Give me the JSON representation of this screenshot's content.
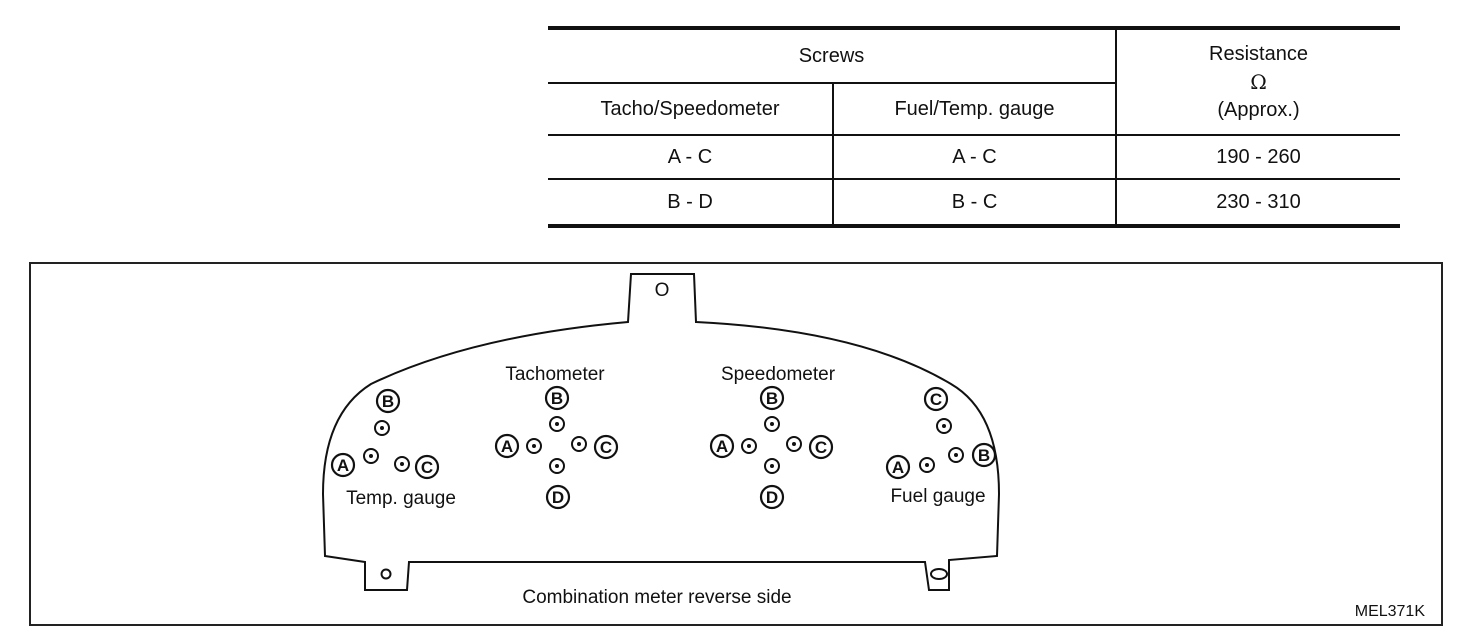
{
  "table": {
    "header_group": "Screws",
    "columns": [
      "Tacho/Speedometer",
      "Fuel/Temp. gauge"
    ],
    "resistance_header": {
      "line1": "Resistance",
      "line2": "Ω",
      "line3": "(Approx.)"
    },
    "rows": [
      {
        "tacho_speedometer": "A - C",
        "fuel_temp_gauge": "A - C",
        "resistance": "190 - 260"
      },
      {
        "tacho_speedometer": "B - D",
        "fuel_temp_gauge": "B - C",
        "resistance": "230 - 310"
      }
    ]
  },
  "figure": {
    "top_tab_label": "O",
    "gauges": {
      "temp": {
        "label": "Temp. gauge",
        "terminals": [
          "A",
          "B",
          "C"
        ]
      },
      "tacho": {
        "label": "Tachometer",
        "terminals": [
          "A",
          "B",
          "C",
          "D"
        ]
      },
      "speedo": {
        "label": "Speedometer",
        "terminals": [
          "A",
          "B",
          "C",
          "D"
        ]
      },
      "fuel": {
        "label": "Fuel gauge",
        "terminals": [
          "A",
          "B",
          "C"
        ]
      }
    },
    "caption": "Combination meter reverse side",
    "figure_code": "MEL371K"
  }
}
